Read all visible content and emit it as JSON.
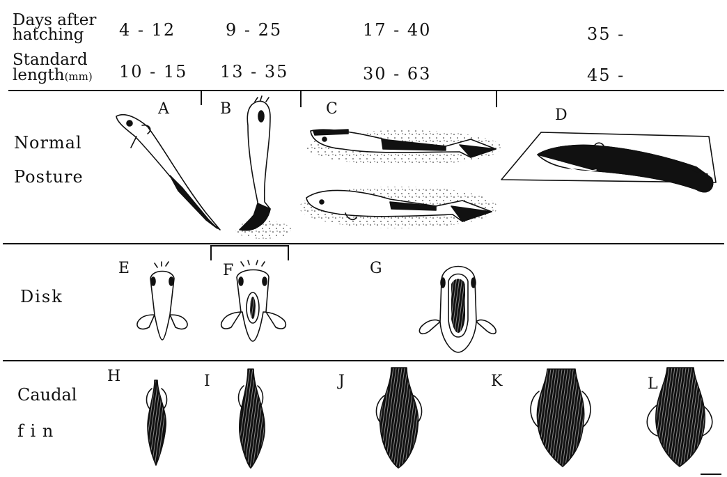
{
  "colors": {
    "ink": "#111111",
    "paper": "#ffffff"
  },
  "header": {
    "row1_label_a": "Days after",
    "row1_label_b": "hatching",
    "row2_label_a": "Standard",
    "row2_label_b": "length",
    "row2_unit": "(mm)",
    "days": [
      "4 - 12",
      "9 - 25",
      "17 - 40",
      "35 -"
    ],
    "lengths": [
      "10 - 15",
      "13 - 35",
      "30 - 63",
      "45 -"
    ]
  },
  "rows": {
    "posture_a": "Normal",
    "posture_b": "Posture",
    "disk": "Disk",
    "caudal_a": "Caudal",
    "caudal_b": "f i n"
  },
  "figure_letters": [
    "A",
    "B",
    "C",
    "D",
    "E",
    "F",
    "G",
    "H",
    "I",
    "J",
    "K",
    "L"
  ]
}
